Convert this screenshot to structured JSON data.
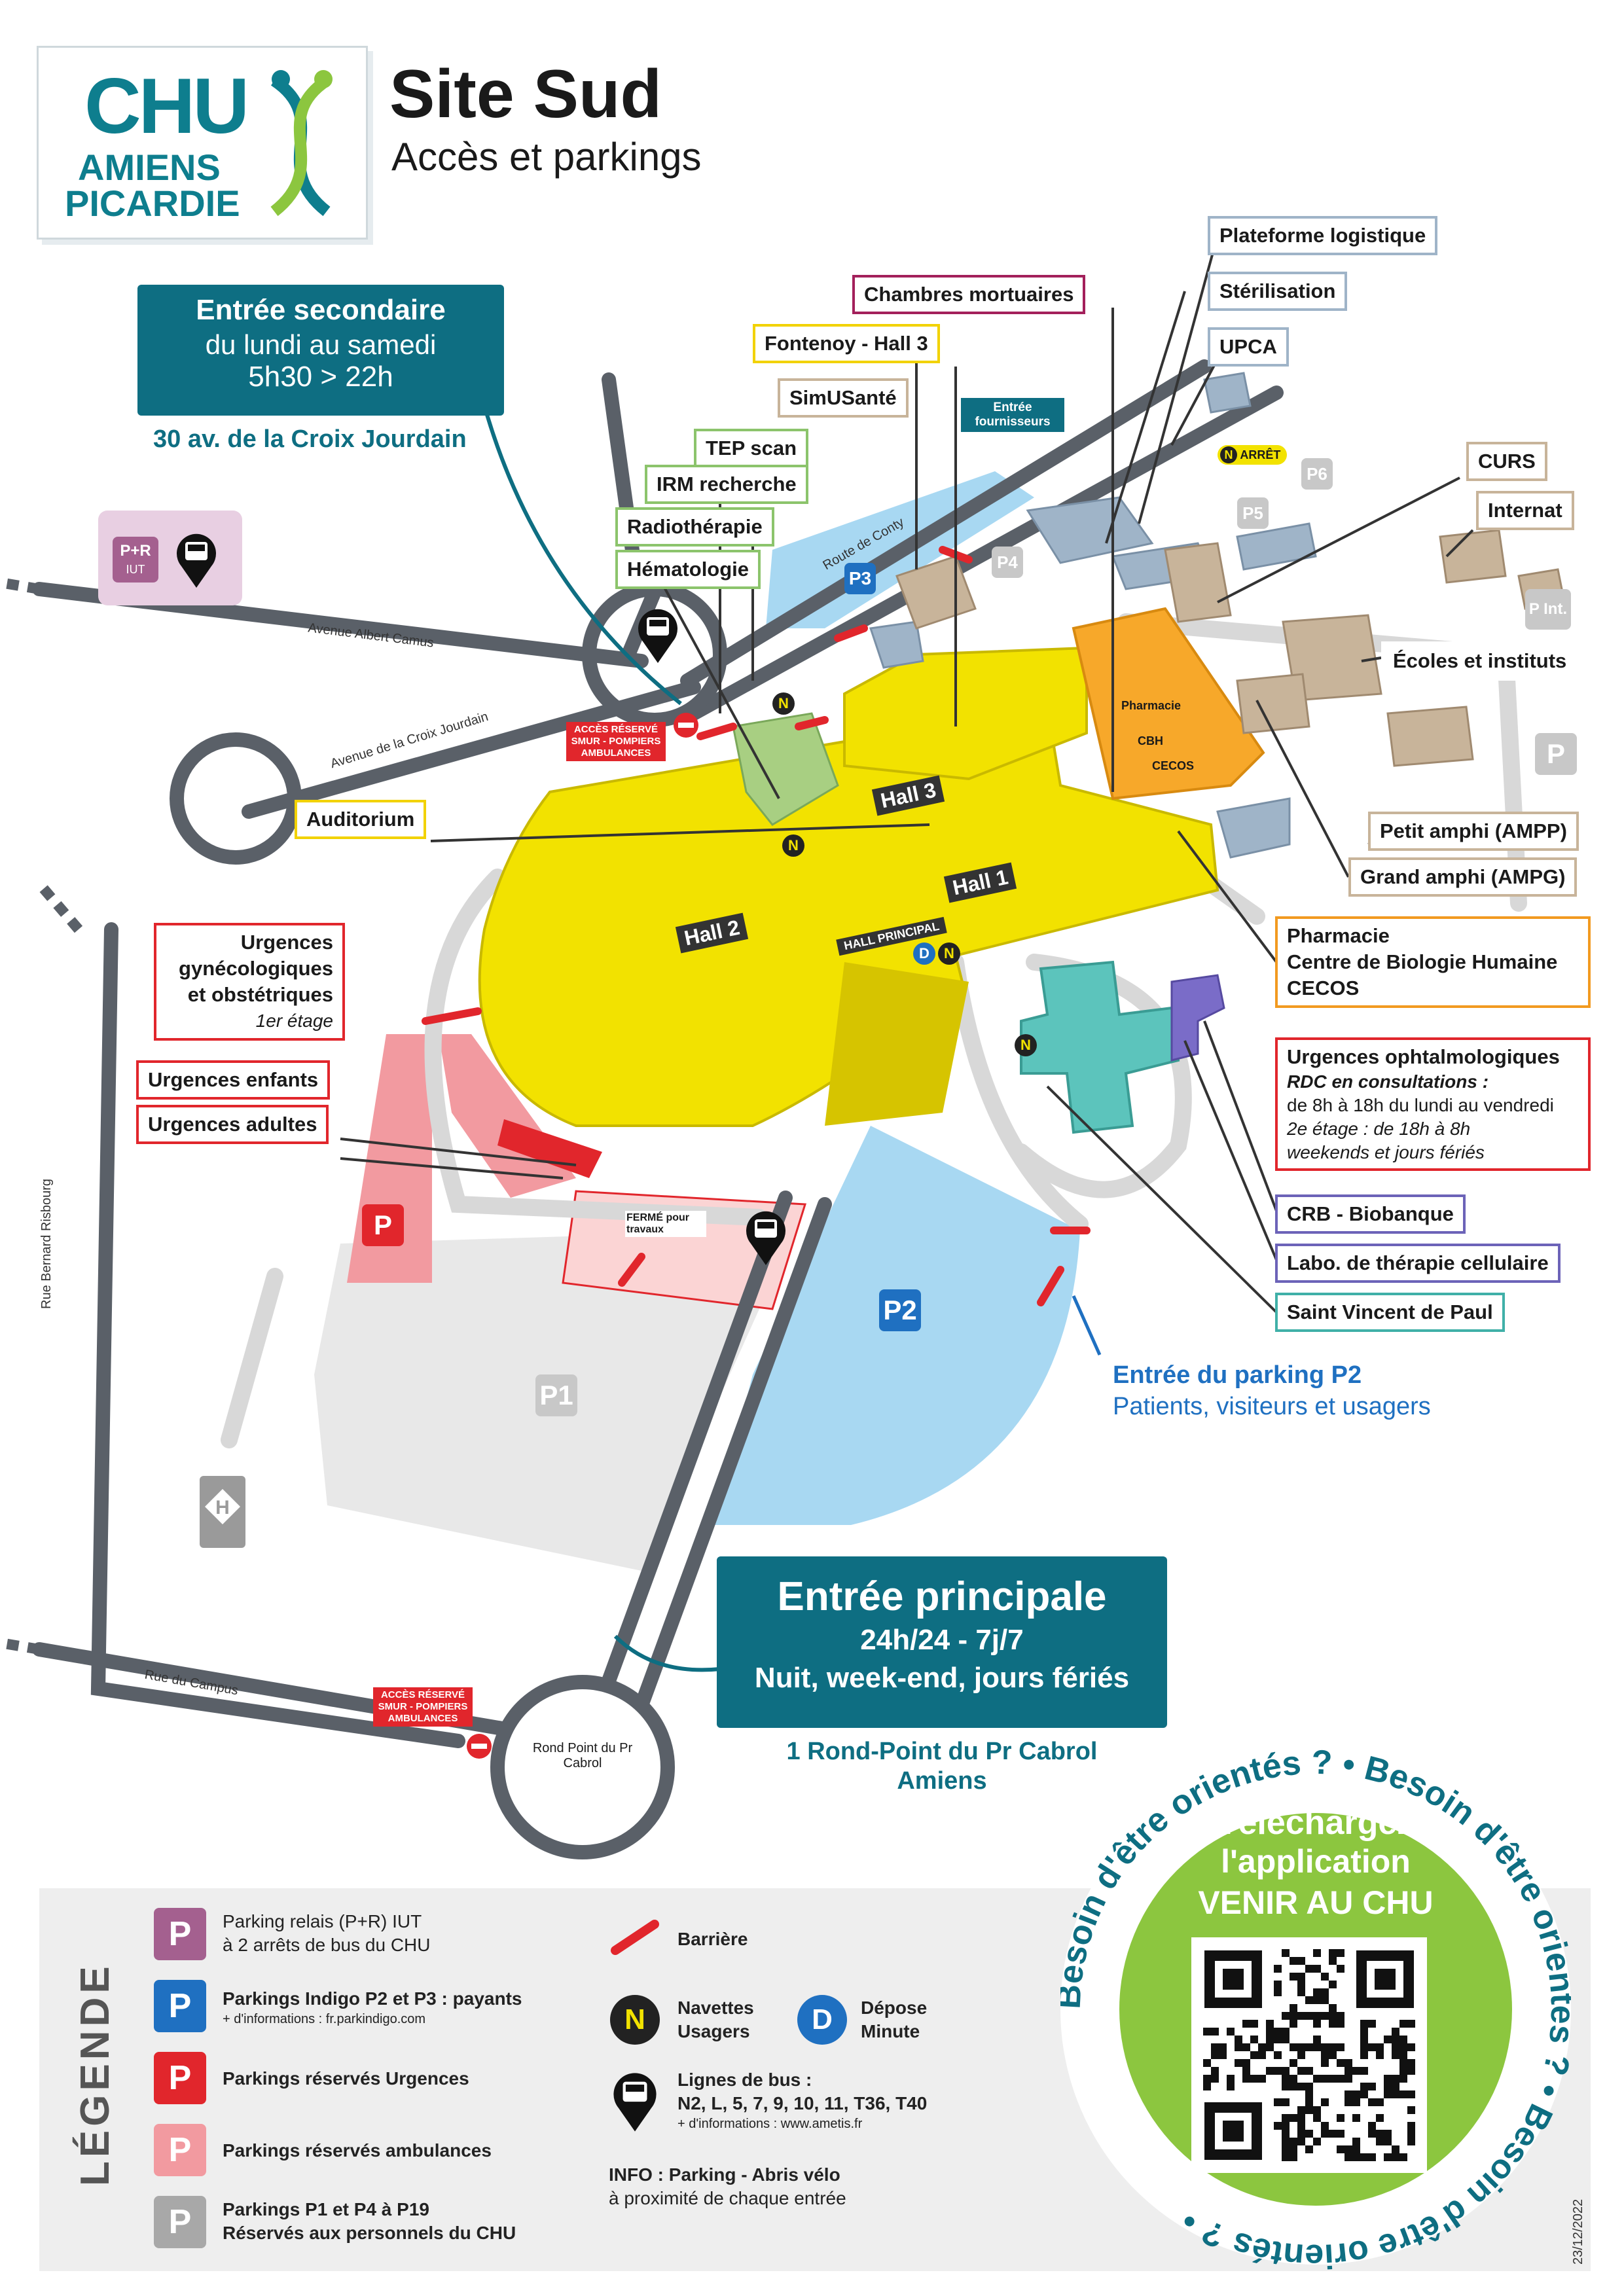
{
  "header": {
    "logo_line1": "CHU",
    "logo_line2": "AMIENS",
    "logo_line3": "PICARDIE",
    "title": "Site Sud",
    "subtitle": "Accès et parkings"
  },
  "secondary_entrance": {
    "title": "Entrée secondaire",
    "days": "du lundi au samedi",
    "hours": "5h30 > 22h",
    "address": "30 av. de la Croix Jourdain"
  },
  "main_entrance": {
    "title": "Entrée principale",
    "hours": "24h/24 - 7j/7",
    "days": "Nuit, week-end, jours fériés",
    "address_line1": "1 Rond-Point du Pr Cabrol",
    "address_line2": "Amiens"
  },
  "p2_entrance": {
    "title": "Entrée du parking P2",
    "subtitle": "Patients, visiteurs et usagers"
  },
  "roads": {
    "albert_camus": "Avenue Albert Camus",
    "croix_jourdain": "Avenue de la Croix Jourdain",
    "route_conty": "Route de Conty",
    "bernard_risbourg": "Rue Bernard Risbourg",
    "campus": "Rue du Campus",
    "rond_point": "Rond Point du Pr Cabrol"
  },
  "buildings": {
    "plateforme": "Plateforme logistique",
    "sterilisation": "Stérilisation",
    "upca": "UPCA",
    "chambres": "Chambres mortuaires",
    "fontenoy": "Fontenoy - Hall 3",
    "simusante": "SimUSanté",
    "tep": "TEP scan",
    "irm": "IRM recherche",
    "radio": "Radiothérapie",
    "hemato": "Hématologie",
    "curs": "CURS",
    "internat": "Internat",
    "ecoles": "Écoles et instituts",
    "auditorium": "Auditorium",
    "petit_amphi": "Petit amphi (AMPP)",
    "grand_amphi": "Grand amphi (AMPG)",
    "pharmacie_line1": "Pharmacie",
    "pharmacie_line2": "Centre de Biologie Humaine",
    "pharmacie_line3": "CECOS",
    "urg_gyn_line1": "Urgences",
    "urg_gyn_line2": "gynécologiques",
    "urg_gyn_line3": "et obstétriques",
    "urg_gyn_line4": "1er étage",
    "urg_enfants": "Urgences enfants",
    "urg_adultes": "Urgences adultes",
    "urg_ophtalmo_title": "Urgences ophtalmologiques",
    "urg_ophtalmo_l1": "RDC en consultations :",
    "urg_ophtalmo_l2": "de 8h à 18h du lundi au vendredi",
    "urg_ophtalmo_l3": "2e étage : de 18h à 8h",
    "urg_ophtalmo_l4": "weekends et jours fériés",
    "crb": "CRB - Biobanque",
    "labo": "Labo. de thérapie cellulaire",
    "st_vincent": "Saint Vincent de Paul",
    "map_pharmacie": "Pharmacie",
    "map_cbh": "CBH",
    "map_cecos": "CECOS",
    "entree_fournisseurs": "Entrée fournisseurs",
    "arret": "ARRÊT"
  },
  "halls": {
    "hall1": "Hall 1",
    "hall2": "Hall 2",
    "hall3": "Hall 3",
    "principal": "HALL PRINCIPAL"
  },
  "parkings": {
    "pr": "P+R",
    "pr_sub": "IUT",
    "p1": "P1",
    "p2": "P2",
    "p3": "P3",
    "p4": "P4",
    "p5": "P5",
    "p6": "P6",
    "pint": "P Int.",
    "p_plain": "P",
    "ferme": "FERMÉ pour travaux"
  },
  "reserved_access": "ACCÈS RÉSERVÉ SMUR - POMPIERS AMBULANCES",
  "legend": {
    "title": "LÉGENDE",
    "pr_line1": "Parking relais (P+R) IUT",
    "pr_line2": "à 2 arrêts de bus du CHU",
    "indigo_line1": "Parkings Indigo P2 et P3 : payants",
    "indigo_info": "+ d'informations : fr.parkindigo.com",
    "urgences": "Parkings réservés Urgences",
    "ambulances": "Parkings réservés ambulances",
    "personnel_line1": "Parkings P1 et P4 à P19",
    "personnel_line2": "Réservés aux personnels du CHU",
    "barriere": "Barrière",
    "navettes_line1": "Navettes",
    "navettes_line2": "Usagers",
    "depose_line1": "Dépose",
    "depose_line2": "Minute",
    "bus_line1": "Lignes de bus :",
    "bus_line2": "N2, L, 5, 7, 9, 10, 11, T36, T40",
    "bus_info": "+ d'informations : www.ametis.fr",
    "info_line1": "INFO : Parking - Abris vélo",
    "info_line2": "à proximité de chaque entrée",
    "p_letter": "P",
    "n_letter": "N",
    "d_letter": "D"
  },
  "app": {
    "ring_text": "Besoin d'être orientés ? • Besoin d'être orientés ? • Besoin d'être orientés ? •",
    "line1": "Téléchargez",
    "line2": "l'application",
    "line3": "VENIR AU CHU"
  },
  "date": "23/12/2022",
  "colors": {
    "teal": "#0e6e82",
    "yellow": "#f2e200",
    "red": "#e1262c",
    "pink": "#f29aa0",
    "indigo": "#1f70c1",
    "magenta": "#a4608f",
    "gray": "#a8a8a8",
    "green": "#8cc63f",
    "lightblue": "#a8d8f2"
  }
}
